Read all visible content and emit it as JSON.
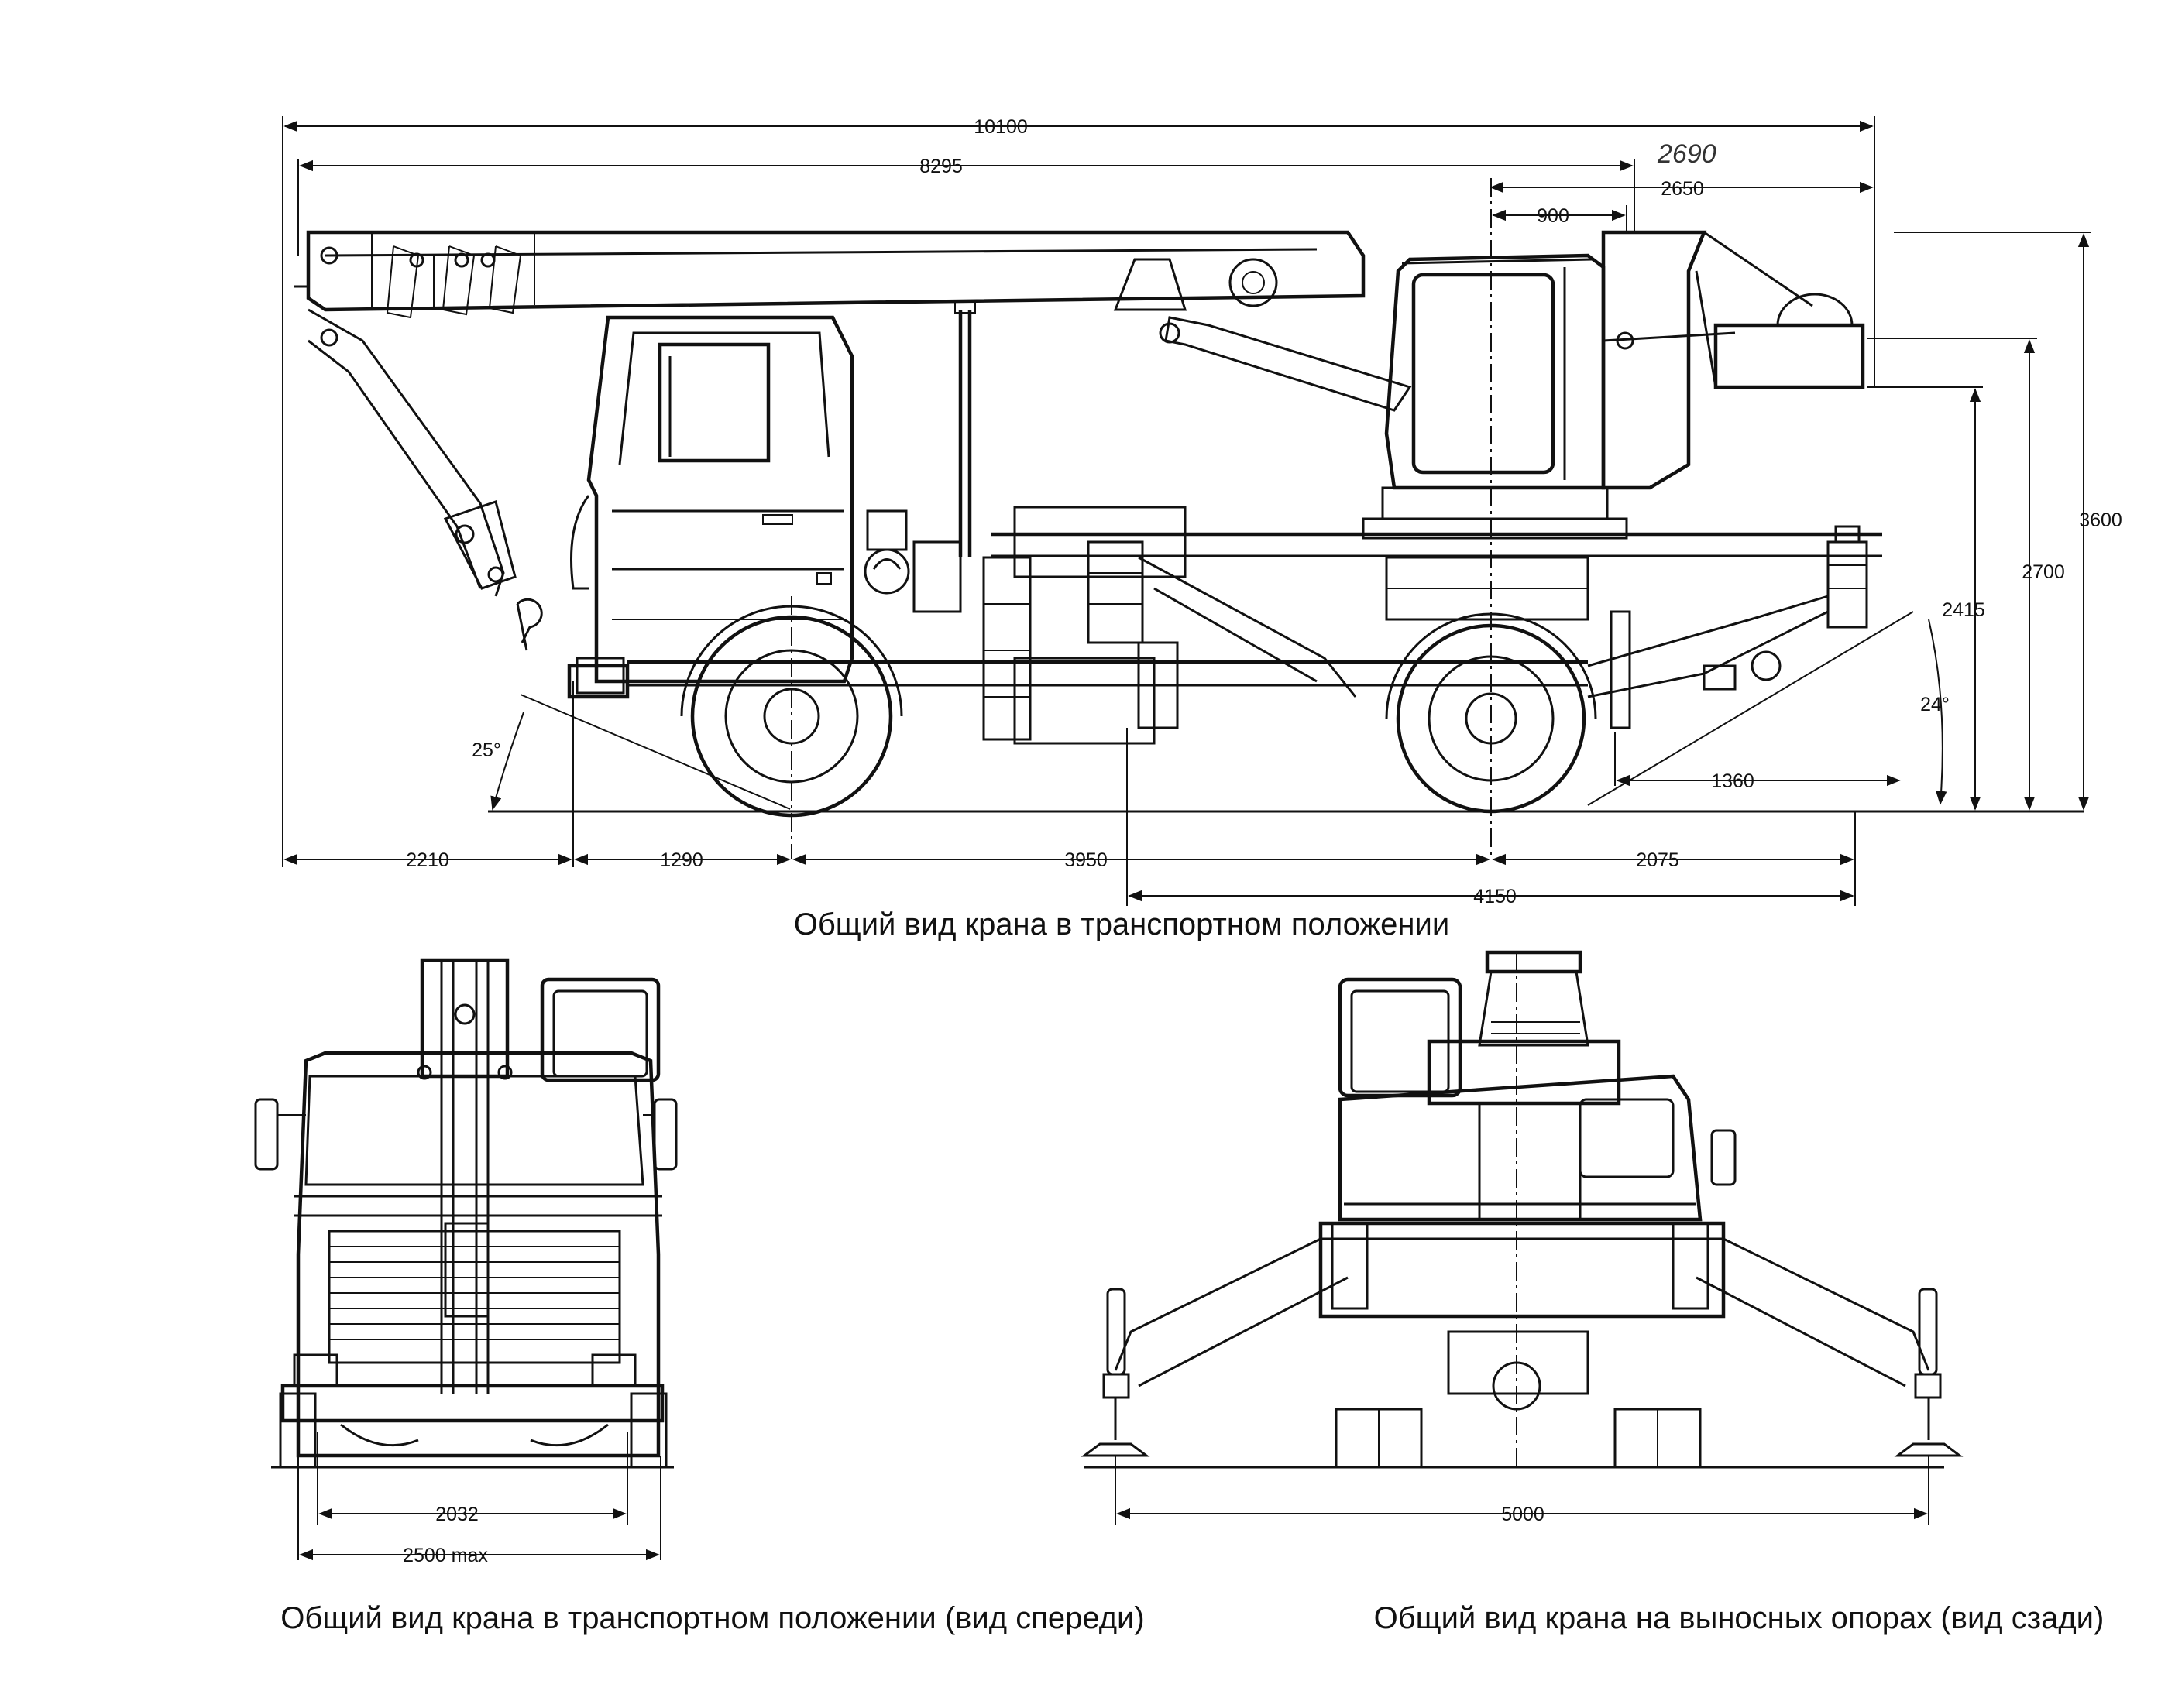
{
  "side_view": {
    "caption": "Общий вид крана в транспортном положении",
    "dims": {
      "overall_length": "10100",
      "boom_length": "8295",
      "rear_overhang_top": "2650",
      "top_900": "900",
      "handwritten_note": "2690",
      "front_overhang": "2210",
      "front_axle_offset": "1290",
      "wheelbase": "3950",
      "rear_to_end": "2075",
      "outrigger_base": "4150",
      "rear_reach": "1360",
      "height_total": "3600",
      "height_2700": "2700",
      "height_2415": "2415",
      "approach_angle": "25°",
      "departure_angle": "24°"
    }
  },
  "front_view": {
    "caption": "Общий вид крана в транспортном положении (вид спереди)",
    "dims": {
      "track": "2032",
      "width_max": "2500 max"
    }
  },
  "rear_view": {
    "caption": "Общий вид крана на выносных опорах (вид сзади)",
    "dims": {
      "outrigger_span": "5000"
    }
  }
}
